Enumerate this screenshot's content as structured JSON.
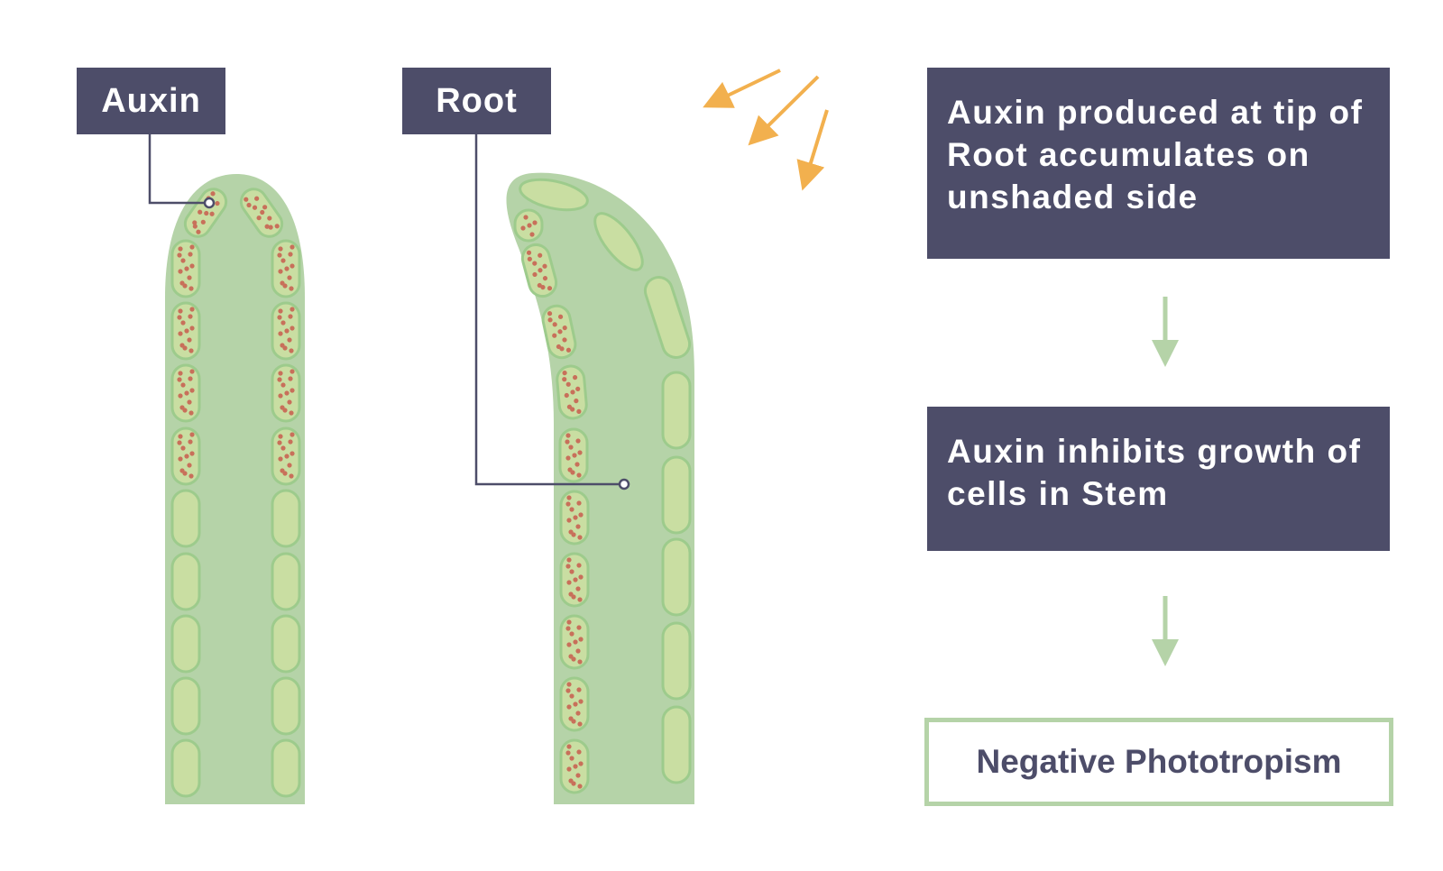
{
  "labels": {
    "auxin": "Auxin",
    "root": "Root"
  },
  "flowchart": {
    "steps": [
      "Auxin produced at tip of Root accumulates on unshaded side",
      "Auxin inhibits growth of cells in Stem"
    ],
    "result": "Negative Phototropism"
  },
  "colors": {
    "label_box": "#4d4d69",
    "tissue": "#b5d3a8",
    "cell_fill": "#c9dea2",
    "cell_outline": "#9dcb8c",
    "auxin_dot": "#c8705a",
    "light_arrow": "#f2b04e",
    "flow_arrow": "#b5d3a8"
  }
}
